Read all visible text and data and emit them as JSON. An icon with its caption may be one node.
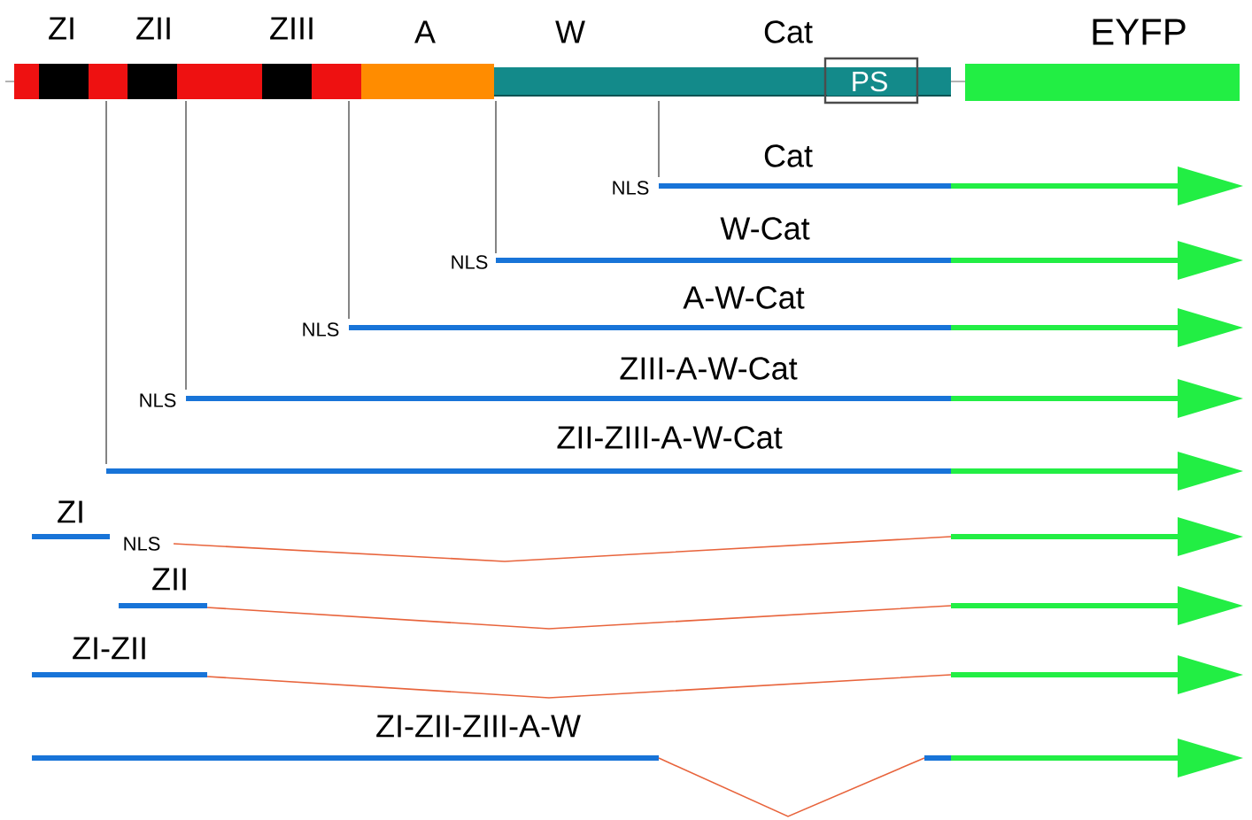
{
  "diagram": {
    "labels": [
      "ZI",
      "ZII",
      "ZIII",
      "A",
      "W",
      "Cat",
      "EYFP",
      "PS",
      "Cat",
      "NLS",
      "W-Cat",
      "NLS",
      "A-W-Cat",
      "NLS",
      "ZIII-A-W-Cat",
      "NLS",
      "ZII-ZIII-A-W-Cat",
      "ZI",
      "NLS",
      "ZII",
      "ZI-ZII",
      "ZI-ZII-ZIII-A-W"
    ]
  }
}
